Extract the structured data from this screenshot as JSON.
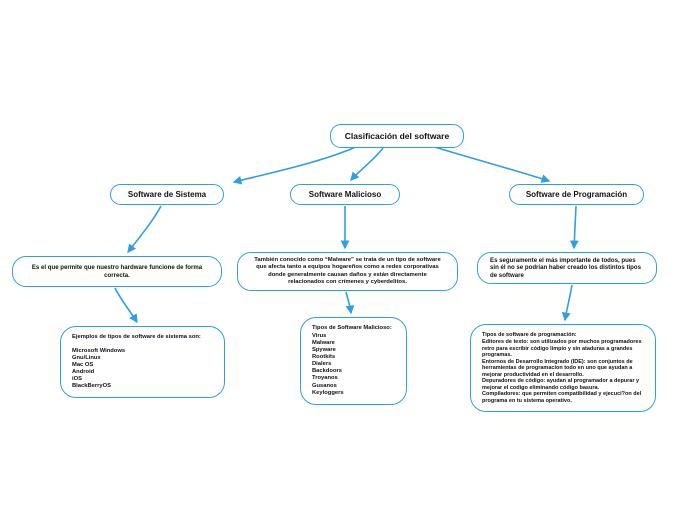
{
  "diagram": {
    "type": "concept-map",
    "colors": {
      "accent": "#2E9FE2",
      "text": "#111111",
      "background": "#ffffff"
    },
    "root": {
      "label": "Clasificación del software"
    },
    "branches": [
      {
        "title": "Software de Sistema",
        "description": "Es el que permite que nuestro hardware funcione de forma correcta.",
        "detail_title": "Ejemplos de tipos de software de sistema son:",
        "detail_items": [
          "Microsoft Windows",
          "Gnu/Linux",
          "Mac OS",
          "Android",
          "iOS",
          "BlackBerryOS"
        ]
      },
      {
        "title": "Software Malicioso",
        "description": "También conocido como “Malware” se trata de un tipo de software que afecta tanto a equipos hogareños como a redes corporativas donde generalmente causan daños y están directamente relacionados con crímenes y cyberdelitos.",
        "detail_title": "Tipos de Software Malicioso:",
        "detail_items": [
          "Virus",
          "Malware",
          "Spyware",
          "Rootkits",
          "Dialers",
          "Backdoors",
          "Troyanos",
          "Gusanos",
          "Keyloggers"
        ]
      },
      {
        "title": "Software de Programación",
        "description": "Es seguramente el más importante de todos, pues sin él no se podrían haber creado los distintos tipos de software",
        "detail_title": "Tipos de software de programación:",
        "detail_items": [
          "Editores de texto: son utilizados por muchos programadores retro para escribir código limpio y sin ataduras a grandes programas.",
          "Entornos de Desarrollo Integrado (IDE): son conjuntos de herramientas de programacion todo en uno que ayudan a mejorar productividad en el desarrollo.",
          "Depuradores de código: ayudan al programador a depurar y mejorar el codigo eliminando código basura.",
          "Compiladores: que permiten compatibilidad y ejecuci?on del programa en tu sistema operativo."
        ]
      }
    ]
  }
}
